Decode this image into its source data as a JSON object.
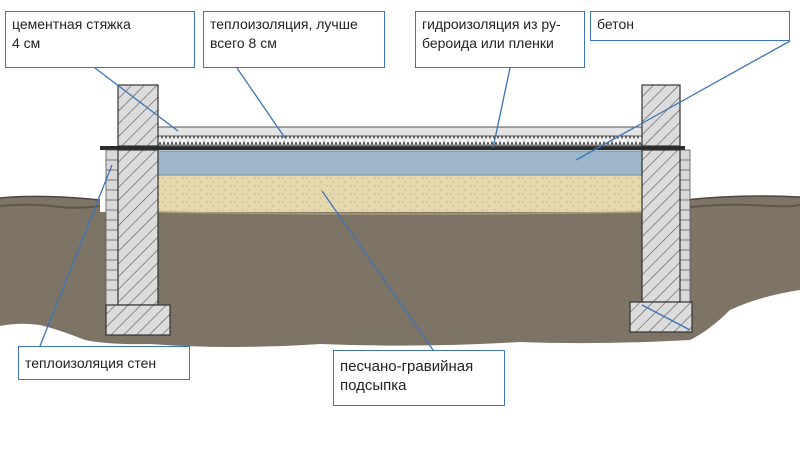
{
  "colors": {
    "soil": "#7e7466",
    "sand_gravel": "#e5d8ad",
    "concrete_slab": "#9bb7c9",
    "screed": "#e4e4e4",
    "wall": "#dcdcdc",
    "callout_border": "#3d74b8"
  },
  "labels": {
    "screed": {
      "line1": "цементная стяжка",
      "line2": "4 см"
    },
    "insulation": {
      "line1": "теплоизоляция, лучше",
      "line2": "всего 8 см"
    },
    "waterproofing": {
      "line1": "гидроизоляция из ру-",
      "line2": "бероида или пленки"
    },
    "concrete": {
      "line1": "бетон"
    },
    "wall_insulation": {
      "line1": "теплоизоляция стен"
    },
    "sand_gravel": {
      "line1": "песчано-гравийная",
      "line2": "подсыпка"
    }
  }
}
